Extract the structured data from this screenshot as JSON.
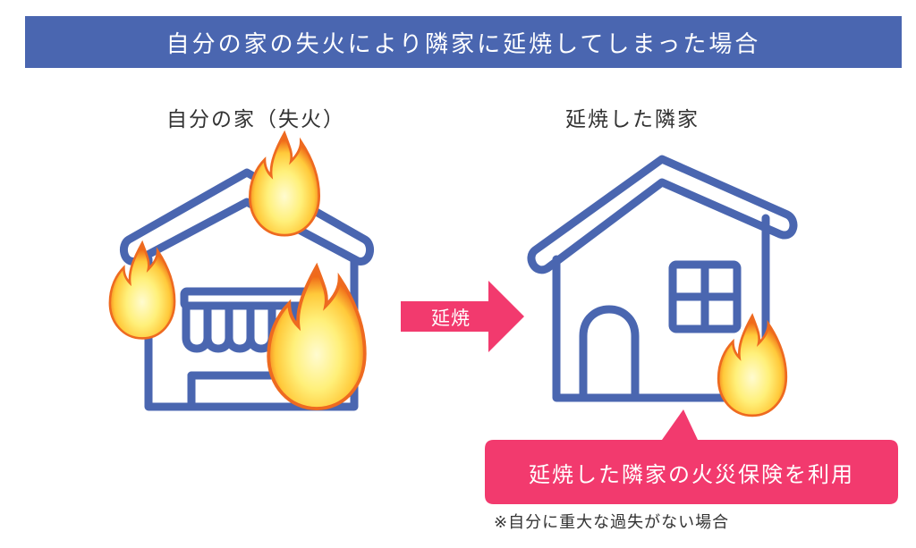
{
  "banner": {
    "title": "自分の家の失火により隣家に延焼してしまった場合"
  },
  "left_house": {
    "label": "自分の家（失火）"
  },
  "right_house": {
    "label": "延焼した隣家"
  },
  "arrow": {
    "label": "延焼"
  },
  "callout": {
    "text": "延焼した隣家の火災保険を利用"
  },
  "note": {
    "text": "※自分に重大な過失がない場合"
  },
  "colors": {
    "banner": "#4a66b0",
    "house_outline": "#4a66b0",
    "accent_pink": "#f23a6e",
    "flame_outer": "#f0701a",
    "flame_inner": "#fff3a0"
  }
}
